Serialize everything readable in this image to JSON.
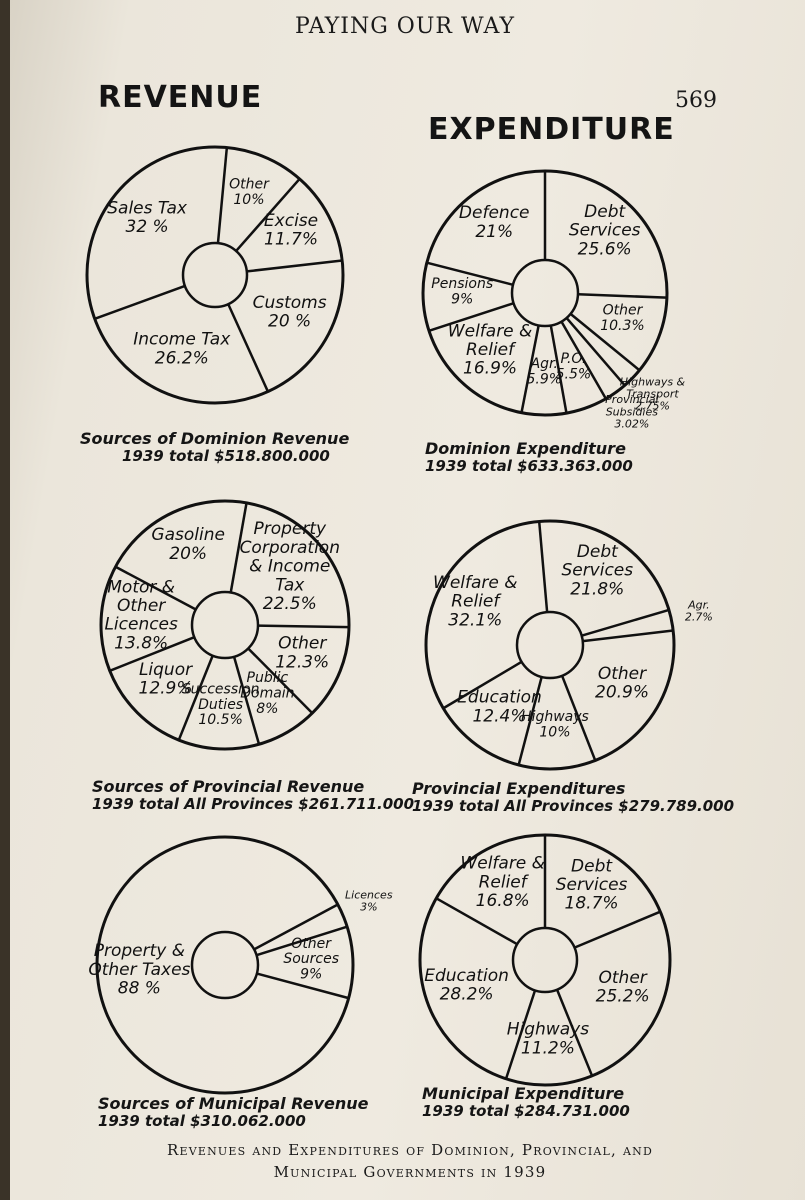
{
  "page": {
    "header": "PAYING OUR WAY",
    "page_number": "569",
    "revenue_heading": "REVENUE",
    "expenditure_heading": "EXPENDITURE",
    "footer_line1": "Revenues and Expenditures of Dominion, Provincial, and",
    "footer_line2": "Municipal Governments in 1939"
  },
  "chart_data": [
    {
      "id": "dominion-revenue",
      "type": "pie",
      "caption_line1": "Sources of Dominion Revenue",
      "caption_line2": "1939 total $518.800.000",
      "slices": [
        {
          "label": "Sales Tax",
          "value_text": "32 %",
          "value": 32
        },
        {
          "label": "Other",
          "value_text": "10%",
          "value": 10
        },
        {
          "label": "Excise",
          "value_text": "11.7%",
          "value": 11.7
        },
        {
          "label": "Customs",
          "value_text": "20 %",
          "value": 20
        },
        {
          "label": "Income Tax",
          "value_text": "26.2%",
          "value": 26.2
        }
      ]
    },
    {
      "id": "dominion-expenditure",
      "type": "pie",
      "caption_line1": "Dominion Expenditure",
      "caption_line2": "1939 total $633.363.000",
      "slices": [
        {
          "label": "Debt Services",
          "value_text": "25.6%",
          "value": 25.6
        },
        {
          "label": "Other",
          "value_text": "10.3%",
          "value": 10.3
        },
        {
          "label": "Highways & Transport",
          "value_text": "2.75%",
          "value": 2.75
        },
        {
          "label": "Provincial Subsidies",
          "value_text": "3.02%",
          "value": 3.02
        },
        {
          "label": "P.O.",
          "value_text": "5.5%",
          "value": 5.5
        },
        {
          "label": "Agr.",
          "value_text": "5.9%",
          "value": 5.9
        },
        {
          "label": "Welfare & Relief",
          "value_text": "16.9%",
          "value": 16.9
        },
        {
          "label": "Pensions",
          "value_text": "9%",
          "value": 9
        },
        {
          "label": "Defence",
          "value_text": "21%",
          "value": 21
        }
      ]
    },
    {
      "id": "provincial-revenue",
      "type": "pie",
      "caption_line1": "Sources of Provincial Revenue",
      "caption_line2": "1939 total All Provinces $261.711.000",
      "slices": [
        {
          "label": "Property Corporation & Income Tax",
          "value_text": "22.5%",
          "value": 22.5
        },
        {
          "label": "Other",
          "value_text": "12.3%",
          "value": 12.3
        },
        {
          "label": "Public Domain",
          "value_text": "8%",
          "value": 8
        },
        {
          "label": "Succession Duties",
          "value_text": "10.5%",
          "value": 10.5
        },
        {
          "label": "Liquor",
          "value_text": "12.9%",
          "value": 12.9
        },
        {
          "label": "Motor & Other Licences",
          "value_text": "13.8%",
          "value": 13.8
        },
        {
          "label": "Gasoline",
          "value_text": "20%",
          "value": 20
        }
      ]
    },
    {
      "id": "provincial-expenditure",
      "type": "pie",
      "caption_line1": "Provincial Expenditures",
      "caption_line2": "1939 total All Provinces $279.789.000",
      "slices": [
        {
          "label": "Debt Services",
          "value_text": "21.8%",
          "value": 21.8
        },
        {
          "label": "Agr.",
          "value_text": "2.7%",
          "value": 2.7
        },
        {
          "label": "Other",
          "value_text": "20.9%",
          "value": 20.9
        },
        {
          "label": "Highways",
          "value_text": "10%",
          "value": 10
        },
        {
          "label": "Education",
          "value_text": "12.4%",
          "value": 12.4
        },
        {
          "label": "Welfare & Relief",
          "value_text": "32.1%",
          "value": 32.1
        }
      ]
    },
    {
      "id": "municipal-revenue",
      "type": "pie",
      "caption_line1": "Sources of Municipal Revenue",
      "caption_line2": "1939 total $310.062.000",
      "slices": [
        {
          "label": "Property & Other Taxes",
          "value_text": "88 %",
          "value": 88
        },
        {
          "label": "Licences",
          "value_text": "3%",
          "value": 3
        },
        {
          "label": "Other Sources",
          "value_text": "9%",
          "value": 9
        }
      ]
    },
    {
      "id": "municipal-expenditure",
      "type": "pie",
      "caption_line1": "Municipal Expenditure",
      "caption_line2": "1939 total $284.731.000",
      "slices": [
        {
          "label": "Debt Services",
          "value_text": "18.7%",
          "value": 18.7
        },
        {
          "label": "Other",
          "value_text": "25.2%",
          "value": 25.2
        },
        {
          "label": "Highways",
          "value_text": "11.2%",
          "value": 11.2
        },
        {
          "label": "Education",
          "value_text": "28.2%",
          "value": 28.2
        },
        {
          "label": "Welfare & Relief",
          "value_text": "16.8%",
          "value": 16.8
        }
      ]
    }
  ]
}
